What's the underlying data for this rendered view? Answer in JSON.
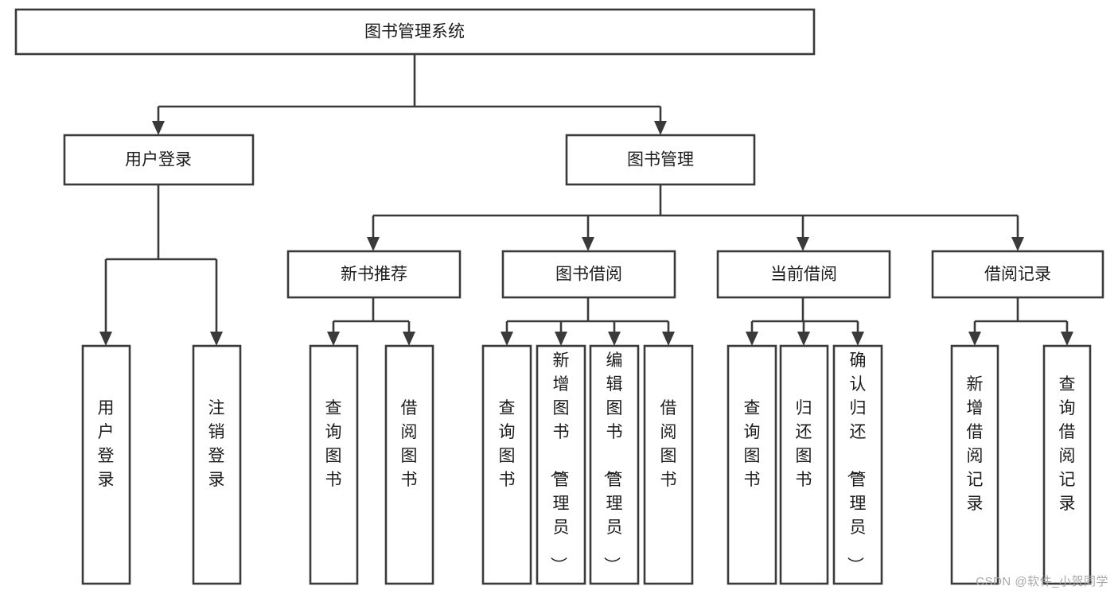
{
  "diagram": {
    "type": "tree-flowchart",
    "title": "图书管理系统",
    "orientation": "top-down",
    "background_color": "#ffffff",
    "line_color": "#3a3a3a",
    "text_color": "#1c1c1c",
    "root": {
      "id": "root",
      "label": "图书管理系统"
    },
    "level2": [
      {
        "id": "user-login",
        "label": "用户登录"
      },
      {
        "id": "book-manage",
        "label": "图书管理"
      }
    ],
    "level3": [
      {
        "id": "new-book-rec",
        "label": "新书推荐",
        "parent": "book-manage"
      },
      {
        "id": "book-borrow",
        "label": "图书借阅",
        "parent": "book-manage"
      },
      {
        "id": "current-borrow",
        "label": "当前借阅",
        "parent": "book-manage"
      },
      {
        "id": "borrow-record",
        "label": "借阅记录",
        "parent": "book-manage"
      }
    ],
    "leaves": [
      {
        "id": "leaf-user-login",
        "label": "用户登录",
        "parent": "user-login"
      },
      {
        "id": "leaf-logout",
        "label": "注销登录",
        "parent": "user-login"
      },
      {
        "id": "leaf-query-book-1",
        "label": "查询图书",
        "parent": "new-book-rec"
      },
      {
        "id": "leaf-borrow-book-1",
        "label": "借阅图书",
        "parent": "new-book-rec"
      },
      {
        "id": "leaf-query-book-2",
        "label": "查询图书",
        "parent": "book-borrow"
      },
      {
        "id": "leaf-add-book",
        "label": "新增图书（管理员）",
        "parent": "book-borrow"
      },
      {
        "id": "leaf-edit-book",
        "label": "编辑图书（管理员）",
        "parent": "book-borrow"
      },
      {
        "id": "leaf-borrow-book-2",
        "label": "借阅图书",
        "parent": "book-borrow"
      },
      {
        "id": "leaf-query-book-3",
        "label": "查询图书",
        "parent": "current-borrow"
      },
      {
        "id": "leaf-return-book",
        "label": "归还图书",
        "parent": "current-borrow"
      },
      {
        "id": "leaf-confirm-return",
        "label": "确认归还（管理员）",
        "parent": "current-borrow"
      },
      {
        "id": "leaf-add-record",
        "label": "新增借阅记录",
        "parent": "borrow-record"
      },
      {
        "id": "leaf-query-record",
        "label": "查询借阅记录",
        "parent": "borrow-record"
      }
    ]
  },
  "watermark": {
    "text": "CSDN @软件_小贺同学"
  }
}
